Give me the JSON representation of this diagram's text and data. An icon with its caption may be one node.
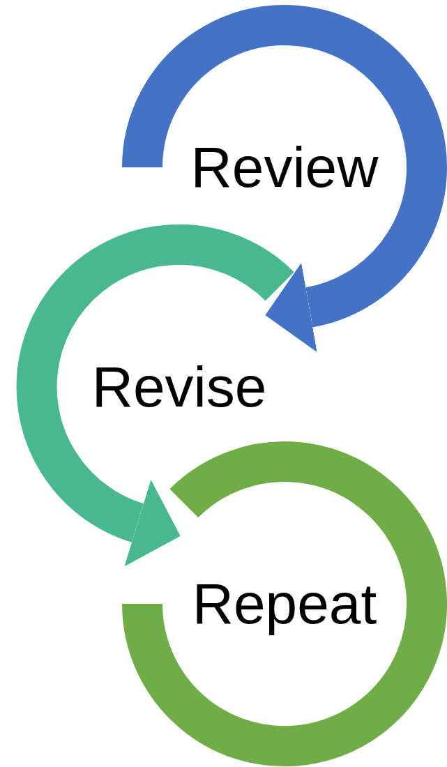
{
  "diagram": {
    "nodes": [
      {
        "text": [
          "Review"
        ]
      },
      {
        "text": [
          "Revise"
        ]
      },
      {
        "text": [
          "Repeat"
        ]
      }
    ],
    "edges": [
      {
        "from": 0,
        "to": 1,
        "arrow": "to",
        "color": "#4472c4"
      },
      {
        "from": 1,
        "to": 2,
        "arrow": "to",
        "color": "#47b88f"
      }
    ]
  }
}
